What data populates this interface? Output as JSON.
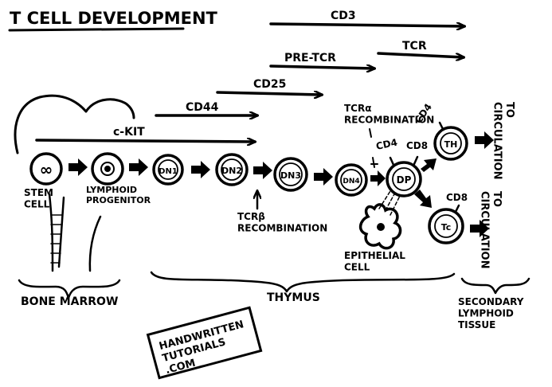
{
  "title": "T CELL DEVELOPMENT",
  "markers": {
    "cd3": "CD3",
    "tcr": "TCR",
    "pre_tcr": "PRE-TCR",
    "cd25": "CD25",
    "cd44": "CD44",
    "ckit": "c-KIT"
  },
  "cells": {
    "stem": "STEM\nCELL",
    "stem_glyph": "∞",
    "lymphoid": "LYMPHOID\nPROGENITOR",
    "dn1": "DN1",
    "dn2": "DN2",
    "dn3": "DN3",
    "dn4": "DN4",
    "dp": "DP",
    "th": "TH",
    "tc": "Tc"
  },
  "annotations": {
    "tcrb": "TCRβ\nRECOMBINATION",
    "tcra": "TCRα\nRECOMBINATION",
    "cd4_dp": "CD4",
    "cd8_dp": "CD8",
    "cd4_th": "CD4",
    "cd8_tc": "CD8",
    "epithelial": "EPITHELIAL\nCELL",
    "to_circ_1": "TO\nCIRCULATION",
    "to_circ_2": "TO\nCIRCULATION"
  },
  "locations": {
    "bone_marrow": "BONE MARROW",
    "thymus": "THYMUS",
    "secondary": "SECONDARY\nLYMPHOID\nTISSUE"
  },
  "logo": "HANDWRITTEN\nTUTORIALS\n.COM"
}
